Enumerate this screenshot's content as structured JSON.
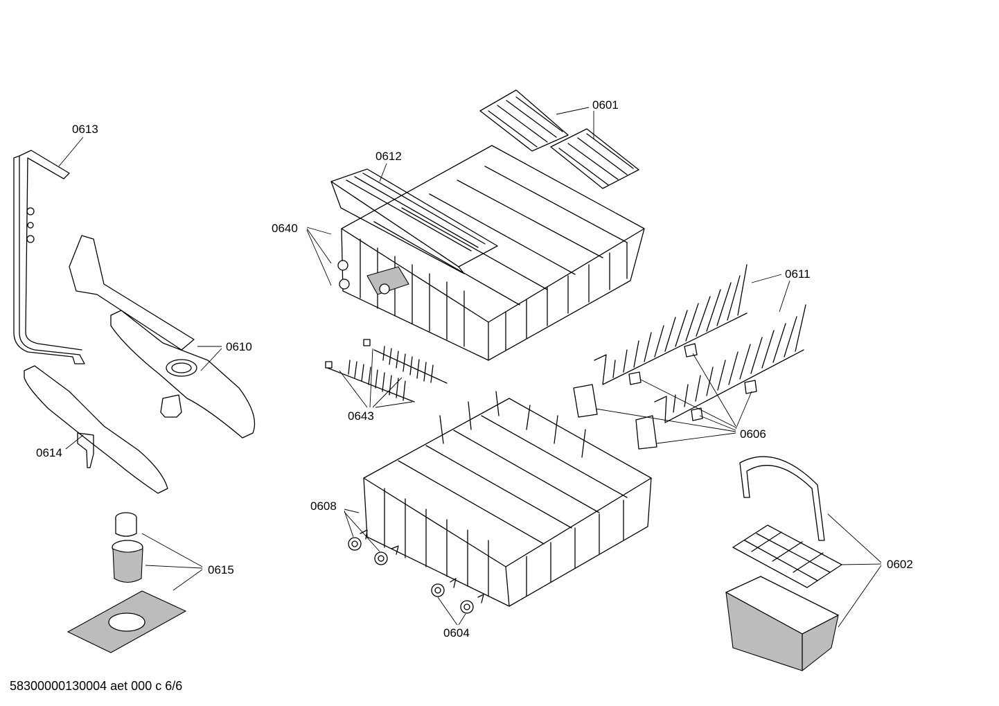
{
  "callouts": {
    "c0601": "0601",
    "c0613": "0613",
    "c0612": "0612",
    "c0640": "0640",
    "c0611": "0611",
    "c0610": "0610",
    "c0643": "0643",
    "c0606": "0606",
    "c0614": "0614",
    "c0608": "0608",
    "c0615": "0615",
    "c0602": "0602",
    "c0604": "0604"
  },
  "footer": "58300000130004 aet 000 c 6/6"
}
